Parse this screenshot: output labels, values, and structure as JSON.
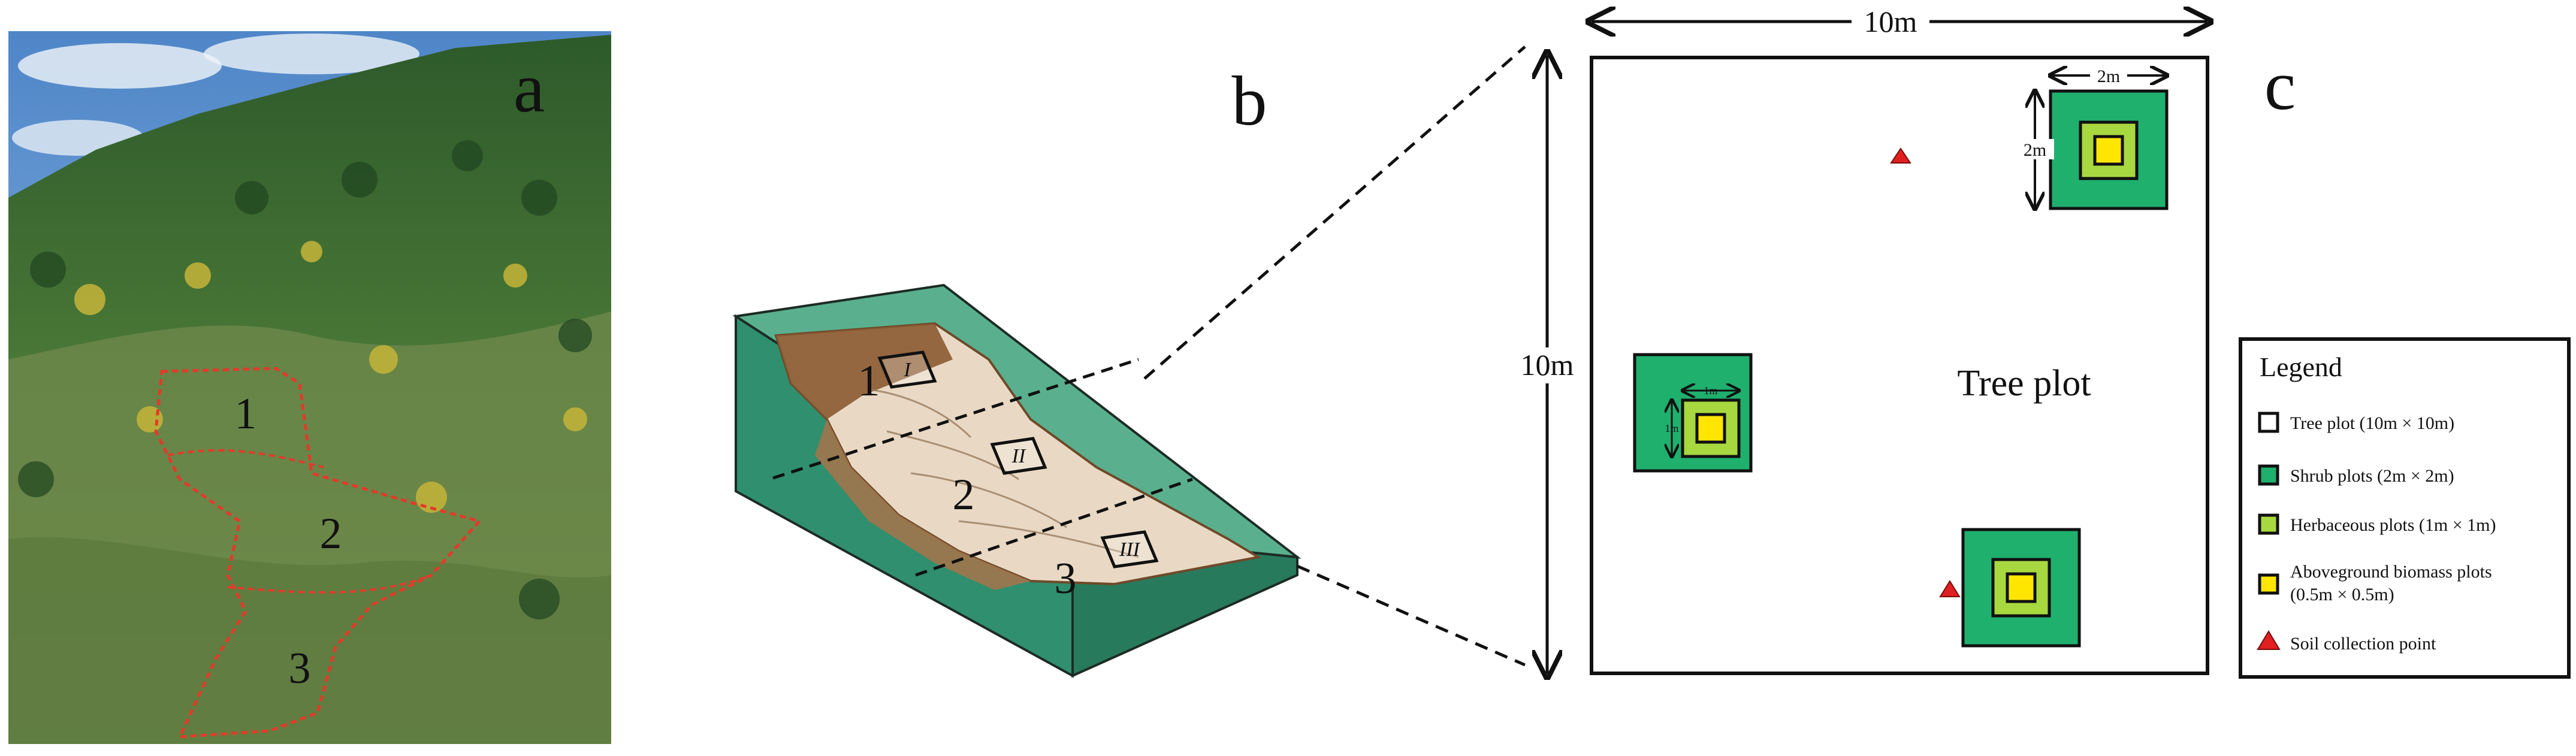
{
  "panels": {
    "a": {
      "letter": "a",
      "zones": [
        "1",
        "2",
        "3"
      ]
    },
    "b": {
      "letter": "b",
      "zones": [
        "1",
        "2",
        "3"
      ],
      "plots": [
        "I",
        "II",
        "III"
      ]
    },
    "c": {
      "letter": "c",
      "width_label": "10m",
      "height_label": "10m",
      "center_label": "Tree plot",
      "shrub_width_label": "2m",
      "shrub_height_label": "2m",
      "herb_label": "1m"
    }
  },
  "legend": {
    "title": "Legend",
    "items": [
      {
        "label": "Tree plot (10m × 10m)",
        "swatch": "square",
        "fill": "#ffffff"
      },
      {
        "label": "Shrub plots (2m × 2m)",
        "swatch": "square",
        "fill": "#1fb06e"
      },
      {
        "label": "Herbaceous plots (1m × 1m)",
        "swatch": "square",
        "fill": "#a8d83f"
      },
      {
        "label": "Aboveground biomass plots",
        "label2": "(0.5m × 0.5m)",
        "swatch": "square",
        "fill": "#ffe600"
      },
      {
        "label": "Soil collection point",
        "swatch": "triangle",
        "fill": "#e02020"
      }
    ]
  },
  "colors": {
    "shrub": "#1fb06e",
    "herb": "#a8d83f",
    "biomass": "#ffe600",
    "soil_point": "#e02020",
    "hill_side": "#2f8f6e",
    "hill_top": "#5ab08e",
    "landslide_light": "#e9d9c4",
    "landslide_dark": "#8b5a33"
  }
}
